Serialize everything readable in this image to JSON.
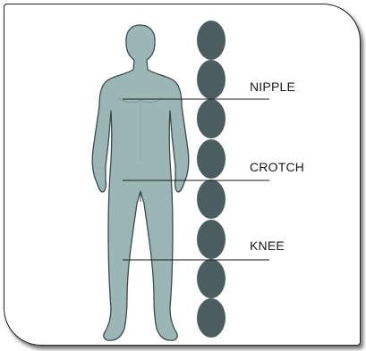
{
  "labels": {
    "nipple": "NIPPLE",
    "crotch": "CROTCH",
    "knee": "KNEE"
  },
  "colors": {
    "body_fill": "#9cb5b5",
    "body_stroke": "#3c4c4c",
    "segment_fill": "#4b5d5f",
    "line": "#1a1a1a",
    "card_border": "#222222"
  },
  "segments": {
    "count": 8
  }
}
